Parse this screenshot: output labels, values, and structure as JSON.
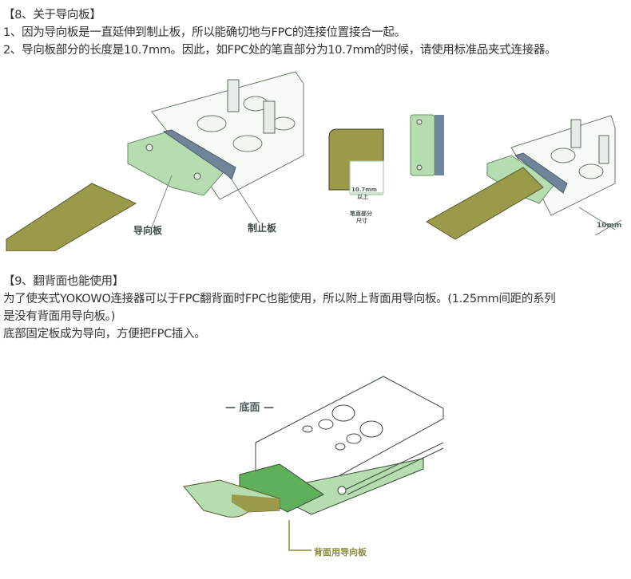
{
  "section8": {
    "heading": "【8、关于导向板】",
    "lines": [
      "1、因为导向板是一直延伸到制止板，所以能确切地与FPC的连接位置接合一起。",
      "2、导向板部分的长度是10.7mm。因此，如FPC处的笔直部分为10.7mm的时候，请使用标准品夹式连接器。"
    ],
    "figure": {
      "label_guide": "导向板",
      "label_stopper": "制止板",
      "dim_text_1": "10.7mm",
      "dim_text_2": "以上",
      "caption_1": "笔直部分",
      "caption_2": "尺寸",
      "dim_10mm": "10mm"
    }
  },
  "section9": {
    "heading": "【9、翻背面也能使用】",
    "lines": [
      "为了使夹式YOKOWO连接器可以于FPC翻背面时FPC也能使用，所以附上背面用导向板。(1.25mm间距的系列",
      "是没有背面用导向板。)",
      "底部固定板成为导向，方便把FPC插入。"
    ],
    "figure": {
      "title": "— 底面 —",
      "label_back_guide": "背面用导向板"
    }
  },
  "colors": {
    "fpc": "#9a9a4a",
    "guide_green": "#b5ddb0",
    "stopper_blue": "#6f8599",
    "dark_green": "#5fb05a",
    "label_olive": "#8a8a3a"
  }
}
